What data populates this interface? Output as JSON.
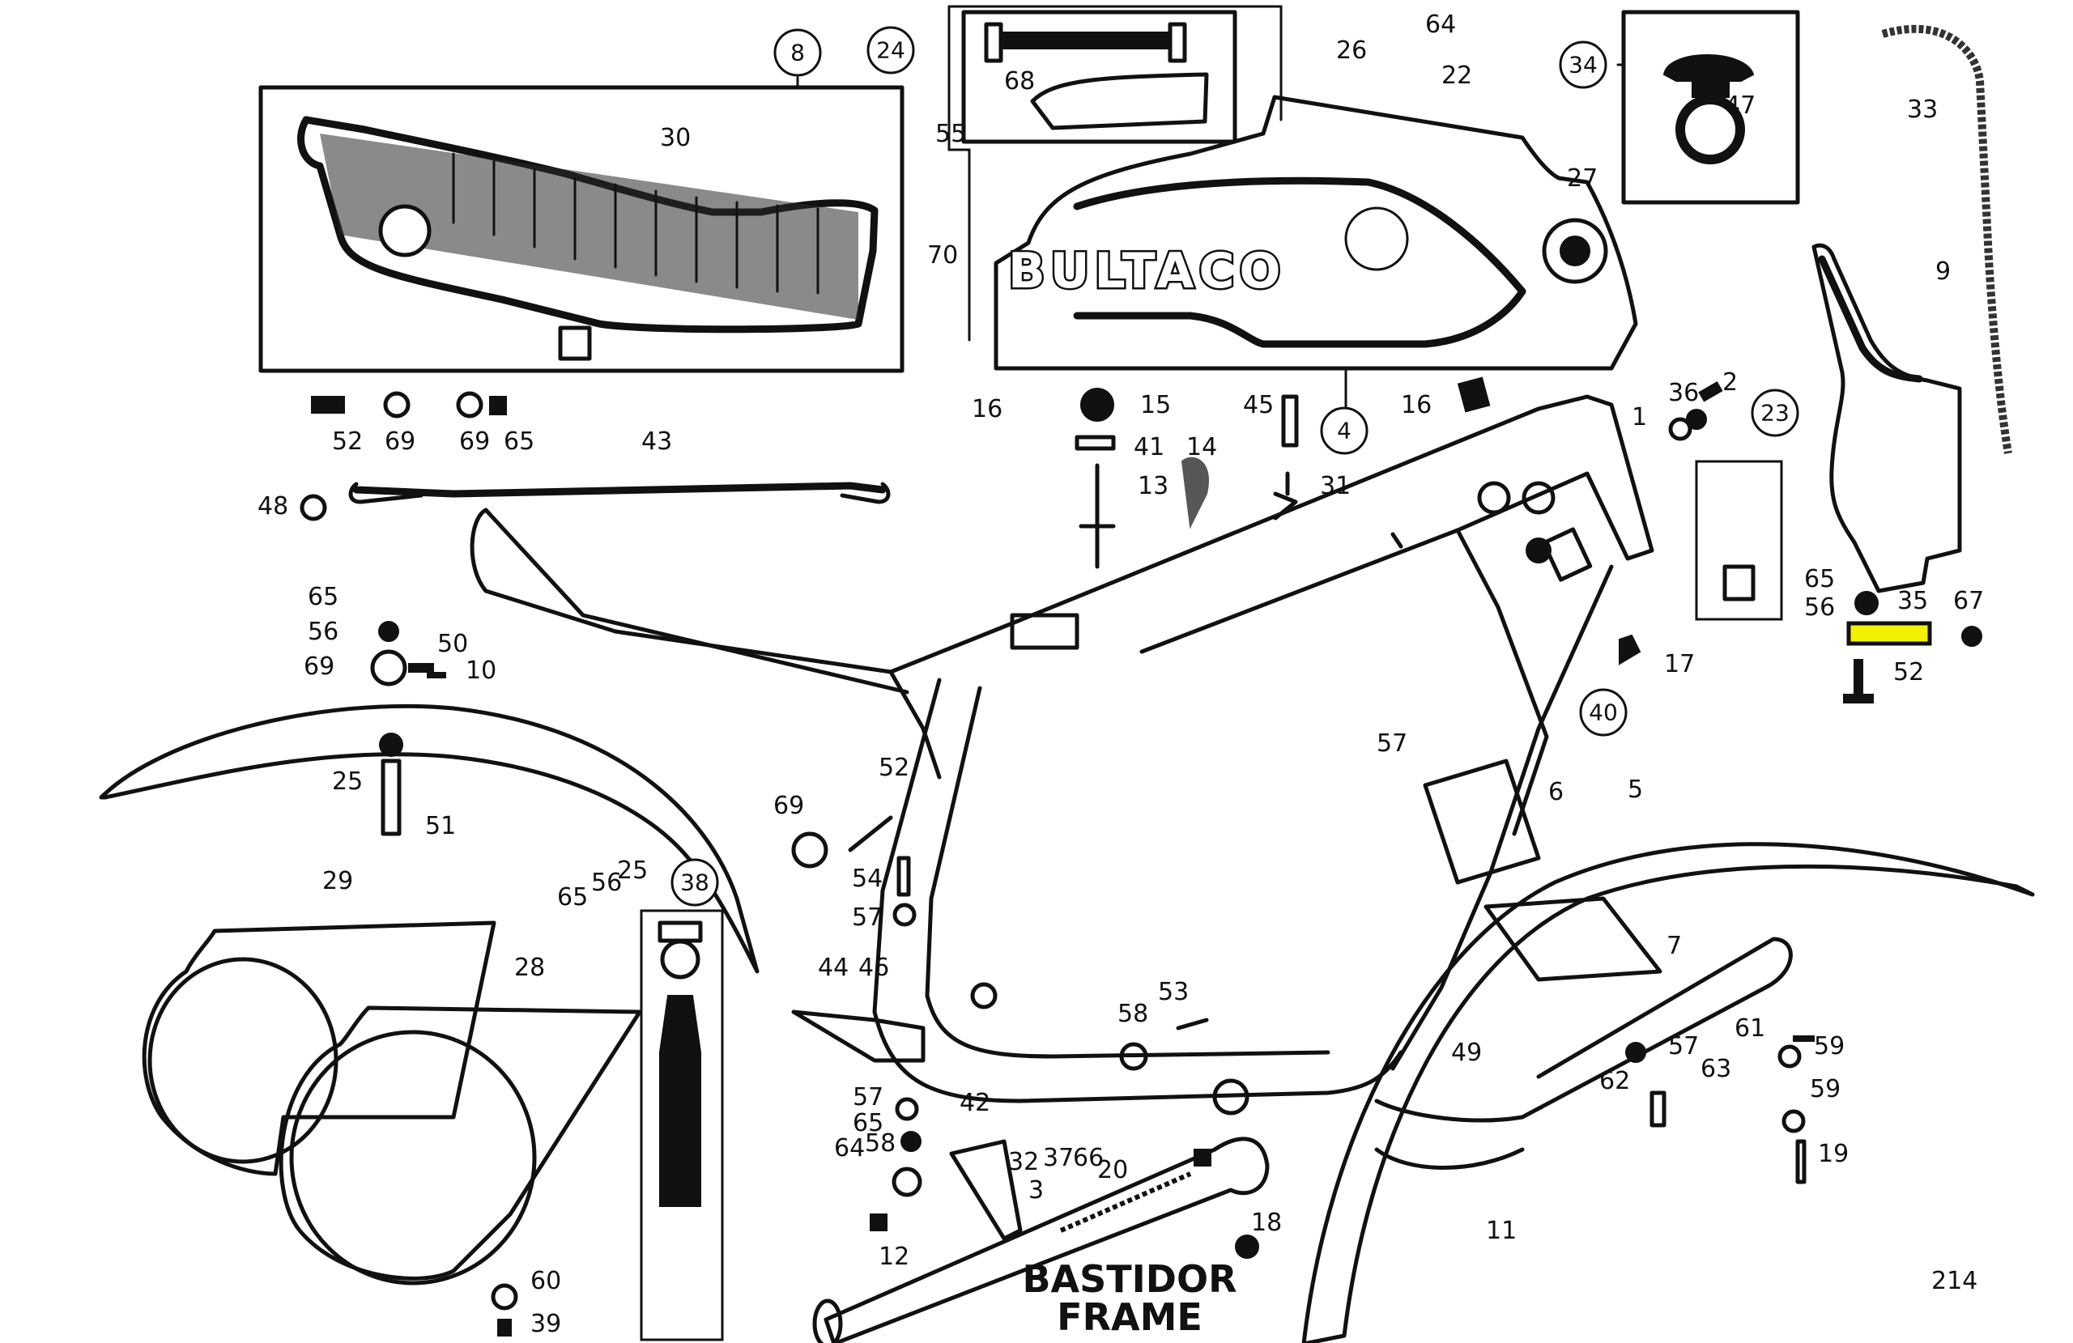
{
  "diagram": {
    "title_es": "BASTIDOR",
    "title_en": "FRAME",
    "page_number": "214",
    "brand_text": "BULTACO",
    "highlight_color": "#f2f200",
    "highlighted_part": "35",
    "assembly_callouts": [
      {
        "id": "c8",
        "number": "8",
        "desc": "seat assembly"
      },
      {
        "id": "c24",
        "number": "24",
        "desc": "tank strap kit"
      },
      {
        "id": "c34",
        "number": "34",
        "desc": "fuel cap assembly"
      },
      {
        "id": "c4",
        "number": "4",
        "desc": "fuel tank"
      },
      {
        "id": "c23",
        "number": "23",
        "desc": "ignition lock and keys"
      },
      {
        "id": "c40",
        "number": "40",
        "desc": "frame"
      },
      {
        "id": "c38",
        "number": "38",
        "desc": "bolt kit"
      }
    ],
    "part_labels": [
      {
        "id": "p30",
        "number": "30"
      },
      {
        "id": "p68",
        "number": "68"
      },
      {
        "id": "p55",
        "number": "55"
      },
      {
        "id": "p70",
        "number": "70"
      },
      {
        "id": "p16a",
        "number": "16"
      },
      {
        "id": "p64a",
        "number": "64"
      },
      {
        "id": "p26",
        "number": "26"
      },
      {
        "id": "p22",
        "number": "22"
      },
      {
        "id": "p47",
        "number": "47"
      },
      {
        "id": "p27",
        "number": "27"
      },
      {
        "id": "p33",
        "number": "33"
      },
      {
        "id": "p9",
        "number": "9"
      },
      {
        "id": "p52a",
        "number": "52"
      },
      {
        "id": "p69a",
        "number": "69"
      },
      {
        "id": "p69b",
        "number": "69"
      },
      {
        "id": "p65a",
        "number": "65"
      },
      {
        "id": "p43",
        "number": "43"
      },
      {
        "id": "p48",
        "number": "48"
      },
      {
        "id": "p15",
        "number": "15"
      },
      {
        "id": "p41",
        "number": "41"
      },
      {
        "id": "p13",
        "number": "13"
      },
      {
        "id": "p14",
        "number": "14"
      },
      {
        "id": "p45",
        "number": "45"
      },
      {
        "id": "p31",
        "number": "31"
      },
      {
        "id": "p16b",
        "number": "16"
      },
      {
        "id": "p1",
        "number": "1"
      },
      {
        "id": "p36",
        "number": "36"
      },
      {
        "id": "p2",
        "number": "2"
      },
      {
        "id": "p65b",
        "number": "65"
      },
      {
        "id": "p56a",
        "number": "56"
      },
      {
        "id": "p35",
        "number": "35"
      },
      {
        "id": "p67",
        "number": "67"
      },
      {
        "id": "p52b",
        "number": "52"
      },
      {
        "id": "p17",
        "number": "17"
      },
      {
        "id": "p65c",
        "number": "65"
      },
      {
        "id": "p56b",
        "number": "56"
      },
      {
        "id": "p69c",
        "number": "69"
      },
      {
        "id": "p50",
        "number": "50"
      },
      {
        "id": "p10",
        "number": "10"
      },
      {
        "id": "p25a",
        "number": "25"
      },
      {
        "id": "p51",
        "number": "51"
      },
      {
        "id": "p52c",
        "number": "52"
      },
      {
        "id": "p69d",
        "number": "69"
      },
      {
        "id": "p54",
        "number": "54"
      },
      {
        "id": "p57a",
        "number": "57"
      },
      {
        "id": "p57b",
        "number": "57"
      },
      {
        "id": "p6",
        "number": "6"
      },
      {
        "id": "p5",
        "number": "5"
      },
      {
        "id": "p29",
        "number": "29"
      },
      {
        "id": "p65d",
        "number": "65"
      },
      {
        "id": "p56c",
        "number": "56"
      },
      {
        "id": "p25b",
        "number": "25"
      },
      {
        "id": "p28",
        "number": "28"
      },
      {
        "id": "p44",
        "number": "44"
      },
      {
        "id": "p46",
        "number": "46"
      },
      {
        "id": "p53",
        "number": "53"
      },
      {
        "id": "p58a",
        "number": "58"
      },
      {
        "id": "p7",
        "number": "7"
      },
      {
        "id": "p49",
        "number": "49"
      },
      {
        "id": "p57c",
        "number": "57"
      },
      {
        "id": "p61",
        "number": "61"
      },
      {
        "id": "p59a",
        "number": "59"
      },
      {
        "id": "p63",
        "number": "63"
      },
      {
        "id": "p62",
        "number": "62"
      },
      {
        "id": "p59b",
        "number": "59"
      },
      {
        "id": "p19",
        "number": "19"
      },
      {
        "id": "p57d",
        "number": "57"
      },
      {
        "id": "p65e",
        "number": "65"
      },
      {
        "id": "p42",
        "number": "42"
      },
      {
        "id": "p32",
        "number": "32"
      },
      {
        "id": "p3",
        "number": "3"
      },
      {
        "id": "p37",
        "number": "37"
      },
      {
        "id": "p64b",
        "number": "64"
      },
      {
        "id": "p58b",
        "number": "58"
      },
      {
        "id": "p20",
        "number": "20"
      },
      {
        "id": "p66",
        "number": "66"
      },
      {
        "id": "p18",
        "number": "18"
      },
      {
        "id": "p12",
        "number": "12"
      },
      {
        "id": "p11",
        "number": "11"
      },
      {
        "id": "p60",
        "number": "60"
      },
      {
        "id": "p39",
        "number": "39"
      }
    ]
  }
}
